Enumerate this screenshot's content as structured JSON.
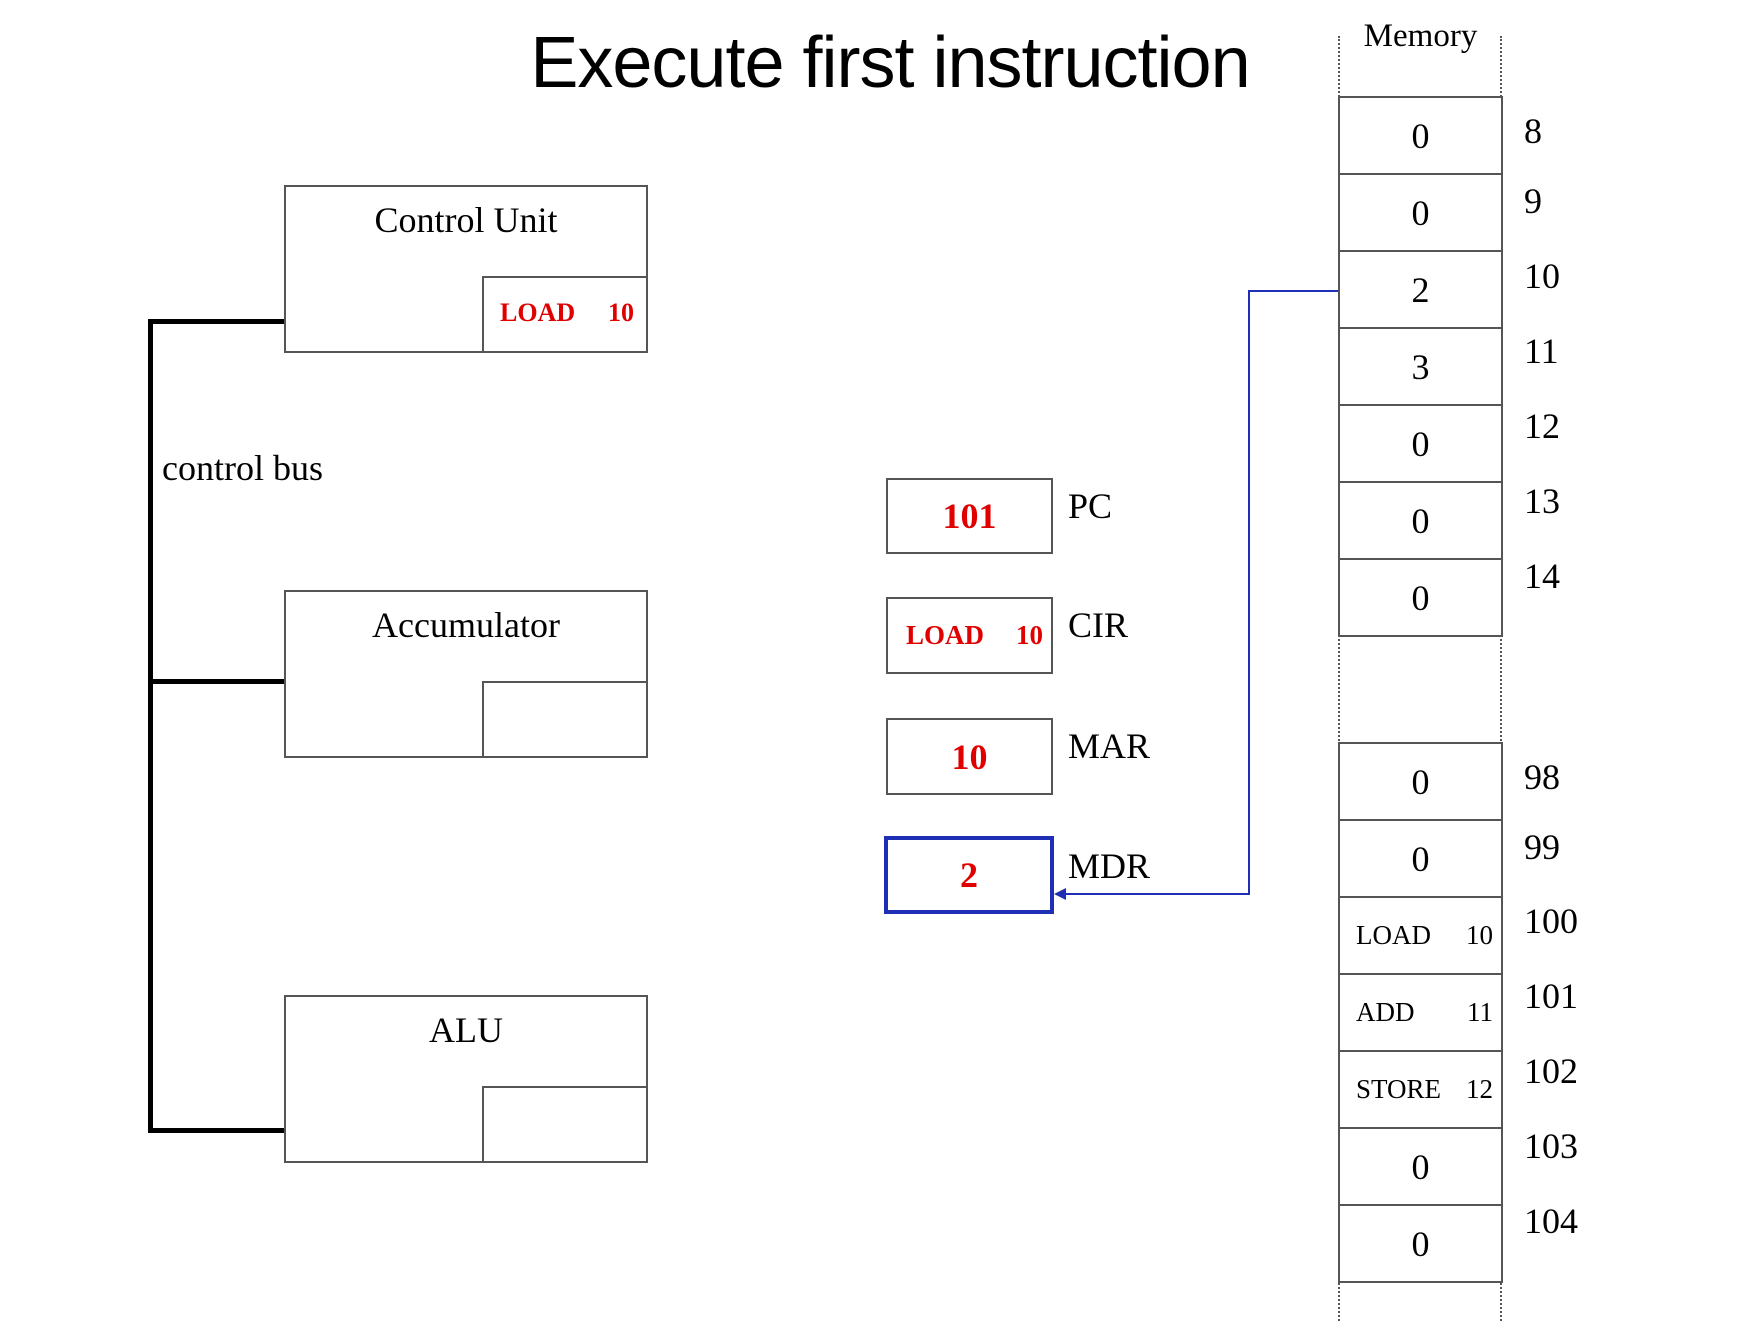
{
  "title": "Execute first instruction",
  "control_unit": {
    "label": "Control Unit",
    "op": "LOAD",
    "operand": "10"
  },
  "accumulator": {
    "label": "Accumulator"
  },
  "alu": {
    "label": "ALU"
  },
  "control_bus_label": "control bus",
  "registers": {
    "pc": {
      "label": "PC",
      "value": "101"
    },
    "cir": {
      "label": "CIR",
      "op": "LOAD",
      "operand": "10"
    },
    "mar": {
      "label": "MAR",
      "value": "10"
    },
    "mdr": {
      "label": "MDR",
      "value": "2"
    }
  },
  "memory": {
    "header": "Memory",
    "block1": [
      {
        "value": "0",
        "address": "8"
      },
      {
        "value": "0",
        "address": "9"
      },
      {
        "value": "2",
        "address": "10"
      },
      {
        "value": "3",
        "address": "11"
      },
      {
        "value": "0",
        "address": "12"
      },
      {
        "value": "0",
        "address": "13"
      },
      {
        "value": "0",
        "address": "14"
      }
    ],
    "block2": [
      {
        "value": "0",
        "address": "98"
      },
      {
        "value": "0",
        "address": "99"
      },
      {
        "op": "LOAD",
        "operand": "10",
        "address": "100"
      },
      {
        "op": "ADD",
        "operand": "11",
        "address": "101"
      },
      {
        "op": "STORE",
        "operand": "12",
        "address": "102"
      },
      {
        "value": "0",
        "address": "103"
      },
      {
        "value": "0",
        "address": "104"
      }
    ]
  },
  "colors": {
    "highlight_text": "#e00000",
    "data_path": "#1f2fb5"
  }
}
